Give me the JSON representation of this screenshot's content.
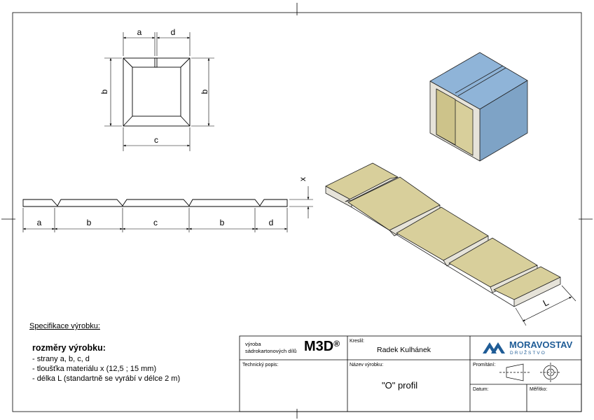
{
  "dims": {
    "top": {
      "a": "a",
      "d": "d",
      "b_left": "b",
      "b_right": "b",
      "c": "c"
    },
    "flat": {
      "x": "x",
      "a": "a",
      "b1": "b",
      "c": "c",
      "b2": "b",
      "d": "d"
    },
    "length": "L"
  },
  "specification": {
    "title": "Specifikace výrobku:",
    "heading": "rozměry výrobku:",
    "lines": [
      "- strany a, b, c, d",
      "- tloušťka materiálu x (12,5 ; 15 mm)",
      "- délka L (standartně se vyrábí v délce 2 m)"
    ]
  },
  "title_block": {
    "producer_line1": "výroba",
    "producer_line2": "sádrokartonových dílů",
    "brand": "M3D",
    "brand_mark": "®",
    "drawn_by_label": "Kreslil:",
    "drawn_by": "Radek Kulhánek",
    "company": "MORAVOSTAV",
    "company_sub": "DRUŽSTVO",
    "tech_desc_label": "Technický popis:",
    "product_name_label": "Název výrobku:",
    "product_name": "\"O\" profil",
    "projection_label": "Promítání:",
    "date_label": "Datum:",
    "scale_label": "Měřítko:"
  },
  "colors": {
    "face_blue": "#8fb4d8",
    "face_blue_dark": "#7ea3c6",
    "core_yellow": "#d8cf9b",
    "edge_grey": "#e6e3d9",
    "logo_blue": "#1f5c96"
  }
}
